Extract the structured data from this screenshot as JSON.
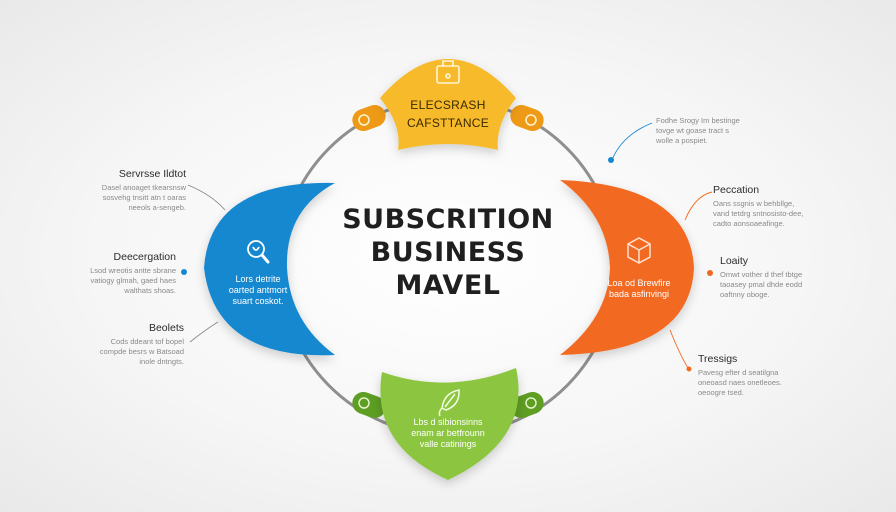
{
  "diagram": {
    "title_lines": [
      "SUBSCRITION",
      "BUSINESS",
      "MAVEL"
    ],
    "colors": {
      "yellow": "#F7BA2B",
      "yellow_tab": "#EE9A16",
      "blue": "#1788D0",
      "orange": "#F26A21",
      "green": "#8CC63F",
      "green_tab": "#5E9E23",
      "ring": "#8f8f8f",
      "title": "#1f1f1f"
    },
    "segments": {
      "top": {
        "icon": "briefcase-icon",
        "label_lines": [
          "ELECSRASH",
          "CAFSTTANCE"
        ]
      },
      "left": {
        "icon": "magnifier-icon",
        "text_lines": [
          "Lors detrite",
          "oarted antmort",
          "suart coskot."
        ]
      },
      "right": {
        "icon": "box-icon",
        "text_lines": [
          "Loa od Brewfire",
          "bada asfinvingi"
        ]
      },
      "bottom": {
        "icon": "leaf-icon",
        "text_lines": [
          "Lbs d sibionsinns",
          "enam ar betfrounn",
          "valle catinings"
        ]
      }
    },
    "notes": {
      "top_right": {
        "heading": "",
        "lines": [
          "Fodhe Srogy Im bestinge",
          "tovge wt goase tract s",
          "wolle a pospiet."
        ]
      },
      "left_1": {
        "heading": "Servrsse Ildtot",
        "lines": [
          "Dasel anoaget tkearsnsw",
          "sosvehg tnsitt atn t oaras",
          "neeols a-sengeb."
        ]
      },
      "left_2": {
        "heading": "Deecergation",
        "lines": [
          "Lsod wreotis antte sbrane",
          "vatiogy glmah, gaed haes",
          "walthats shoas."
        ]
      },
      "left_3": {
        "heading": "Beolets",
        "lines": [
          "Cods ddeant tof bopel",
          "compde besrs w Batsoad",
          "inole dntngts."
        ]
      },
      "right_1": {
        "heading": "Peccation",
        "lines": [
          "Oans ssgnis w behbllge,",
          "vand tetdrg sntnosisto-dee,",
          "cadto aonsoaeafinge."
        ]
      },
      "right_2": {
        "heading": "Loaity",
        "lines": [
          "Omwt vother d thef tbtge",
          "taoasey pmal dhde eodd",
          "oaftnny oboge."
        ]
      },
      "right_3": {
        "heading": "Tressigs",
        "lines": [
          "Pavesg efter d seatilgna",
          "oneoasd naes onetleoes.",
          "oeoogre tsed."
        ]
      }
    }
  }
}
